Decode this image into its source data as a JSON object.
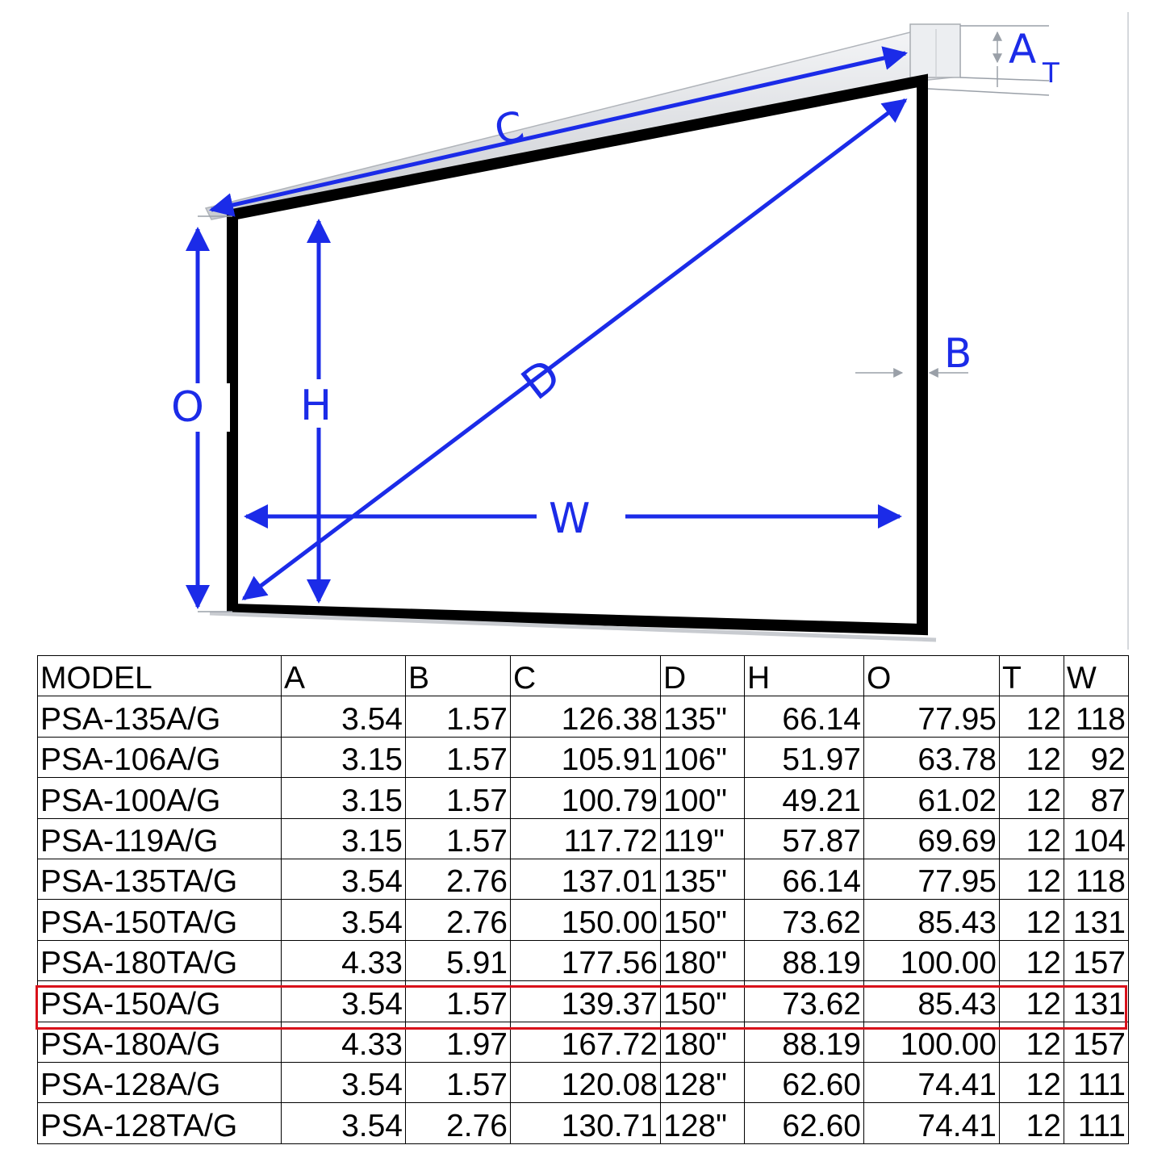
{
  "diagram": {
    "labels": {
      "a": "A",
      "t": "T",
      "c": "C",
      "d": "D",
      "b": "B",
      "o": "O",
      "h": "H",
      "w": "W"
    }
  },
  "table": {
    "headers": [
      "MODEL",
      "A",
      "B",
      "C",
      "D",
      "H",
      "O",
      "T",
      "W"
    ],
    "rows": [
      [
        "PSA-135A/G",
        "3.54",
        "1.57",
        "126.38",
        "135\"",
        "66.14",
        "77.95",
        "12",
        "118"
      ],
      [
        "PSA-106A/G",
        "3.15",
        "1.57",
        "105.91",
        "106\"",
        "51.97",
        "63.78",
        "12",
        "92"
      ],
      [
        "PSA-100A/G",
        "3.15",
        "1.57",
        "100.79",
        "100\"",
        "49.21",
        "61.02",
        "12",
        "87"
      ],
      [
        "PSA-119A/G",
        "3.15",
        "1.57",
        "117.72",
        "119\"",
        "57.87",
        "69.69",
        "12",
        "104"
      ],
      [
        "PSA-135TA/G",
        "3.54",
        "2.76",
        "137.01",
        "135\"",
        "66.14",
        "77.95",
        "12",
        "118"
      ],
      [
        "PSA-150TA/G",
        "3.54",
        "2.76",
        "150.00",
        "150\"",
        "73.62",
        "85.43",
        "12",
        "131"
      ],
      [
        "PSA-180TA/G",
        "4.33",
        "5.91",
        "177.56",
        "180\"",
        "88.19",
        "100.00",
        "12",
        "157"
      ],
      [
        "PSA-150A/G",
        "3.54",
        "1.57",
        "139.37",
        "150\"",
        "73.62",
        "85.43",
        "12",
        "131"
      ],
      [
        "PSA-180A/G",
        "4.33",
        "1.97",
        "167.72",
        "180\"",
        "88.19",
        "100.00",
        "12",
        "157"
      ],
      [
        "PSA-128A/G",
        "3.54",
        "1.57",
        "120.08",
        "128\"",
        "62.60",
        "74.41",
        "12",
        "111"
      ],
      [
        "PSA-128TA/G",
        "3.54",
        "2.76",
        "130.71",
        "128\"",
        "62.60",
        "74.41",
        "12",
        "111"
      ]
    ],
    "highlighted_model": "PSA-150A/G"
  },
  "colors": {
    "arrow": "#1b2be8",
    "highlight": "#d9101a",
    "frame": "#000000"
  }
}
